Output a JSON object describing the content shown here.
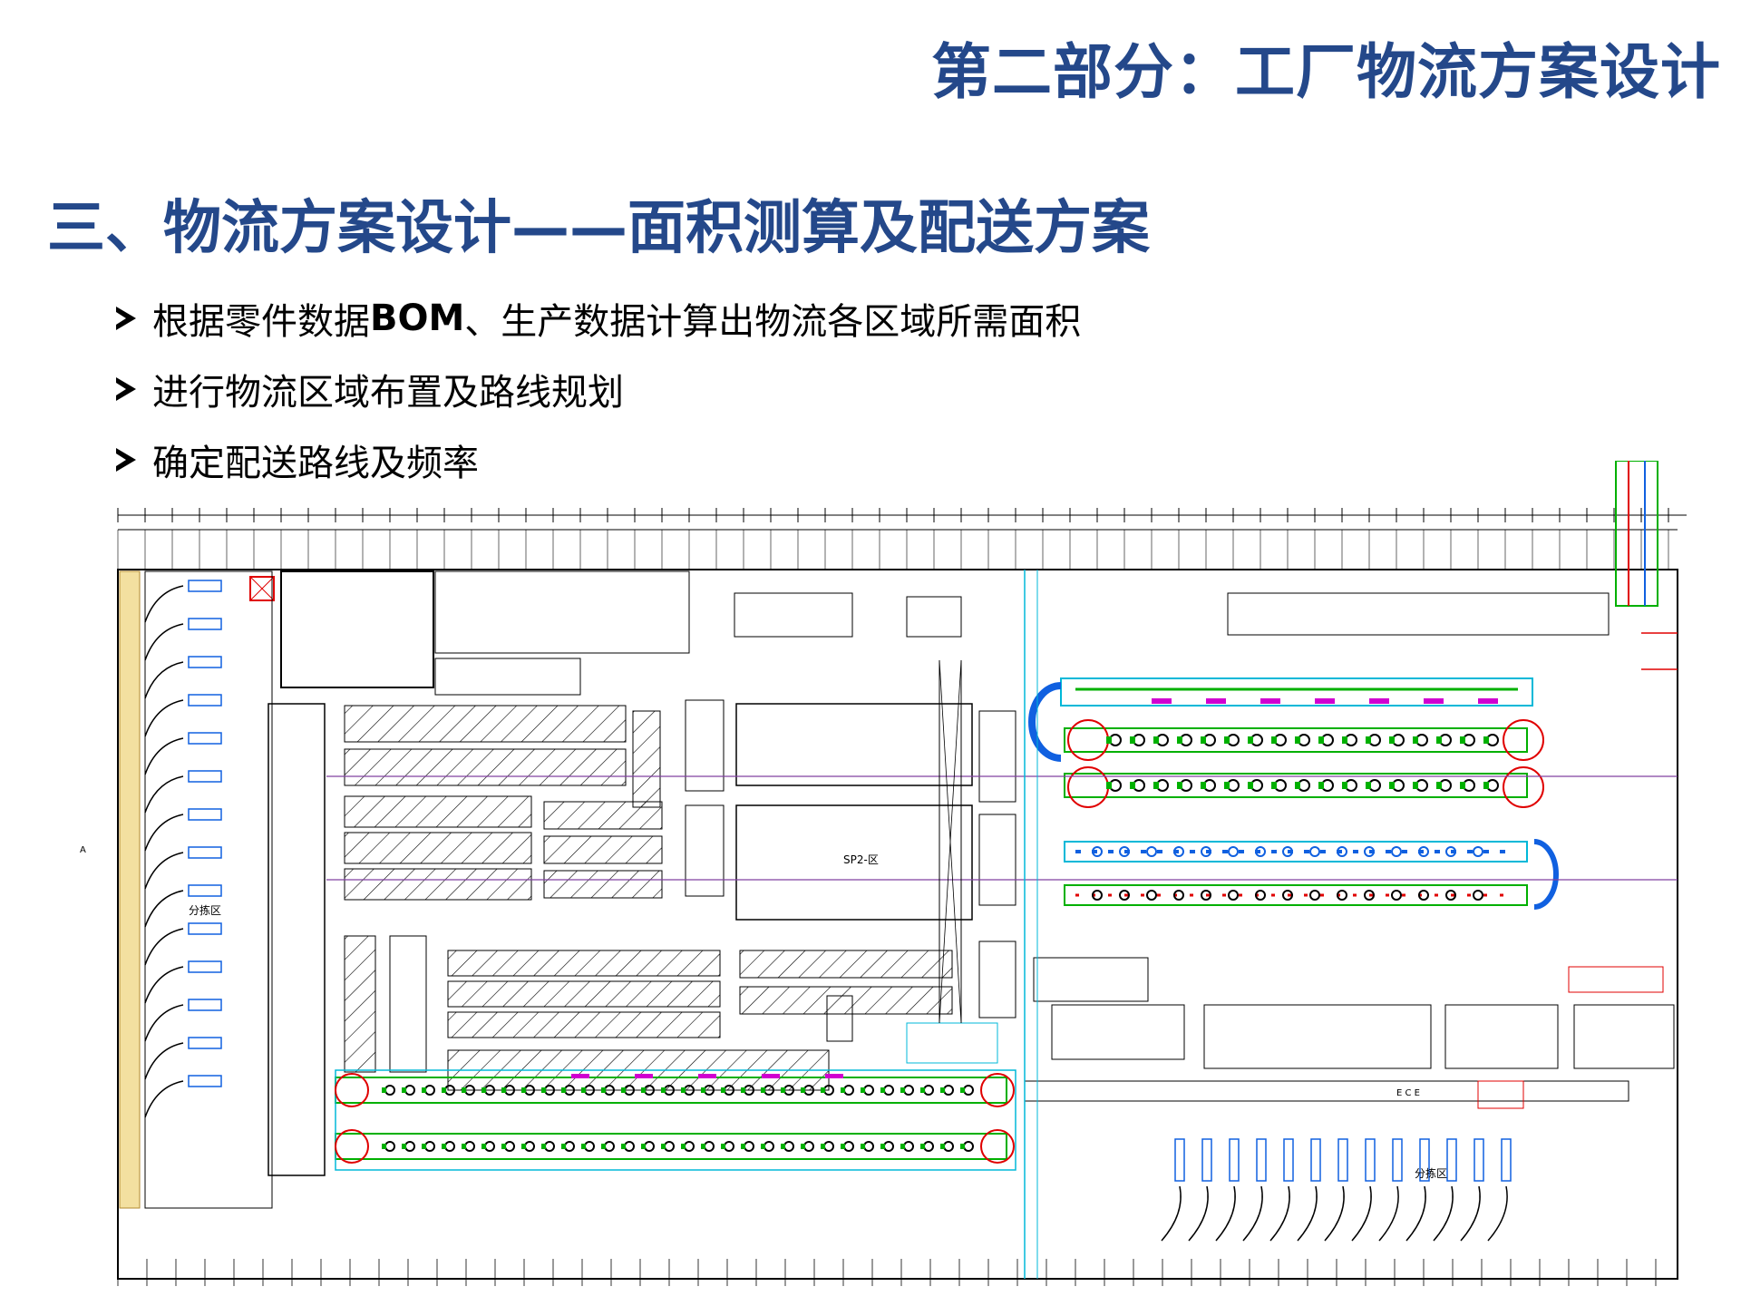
{
  "header": {
    "title": "第二部分：工厂物流方案设计"
  },
  "section": {
    "title": "三、物流方案设计——面积测算及配送方案"
  },
  "bullets": [
    {
      "pre": "根据零件数据",
      "bold": "BOM",
      "post": "、生产数据计算出物流各区域所需面积"
    },
    {
      "pre": "进行物流区域布置及路线规划",
      "bold": "",
      "post": ""
    },
    {
      "pre": "确定配送路线及频率",
      "bold": "",
      "post": ""
    }
  ],
  "layout": {
    "labels": {
      "sp_area": "SP2-区",
      "fenjian_left": "分拣区",
      "fenjian_right": "分拣区",
      "mark_left": "A",
      "mark_right_row": "E C E"
    },
    "colors": {
      "line": "#000000",
      "green": "#00b000",
      "cyan": "#00b8d8",
      "blue": "#1060e0",
      "yellow": "#e0d000",
      "magenta": "#d000d0",
      "red": "#e00000",
      "purple": "#8040a0"
    }
  }
}
